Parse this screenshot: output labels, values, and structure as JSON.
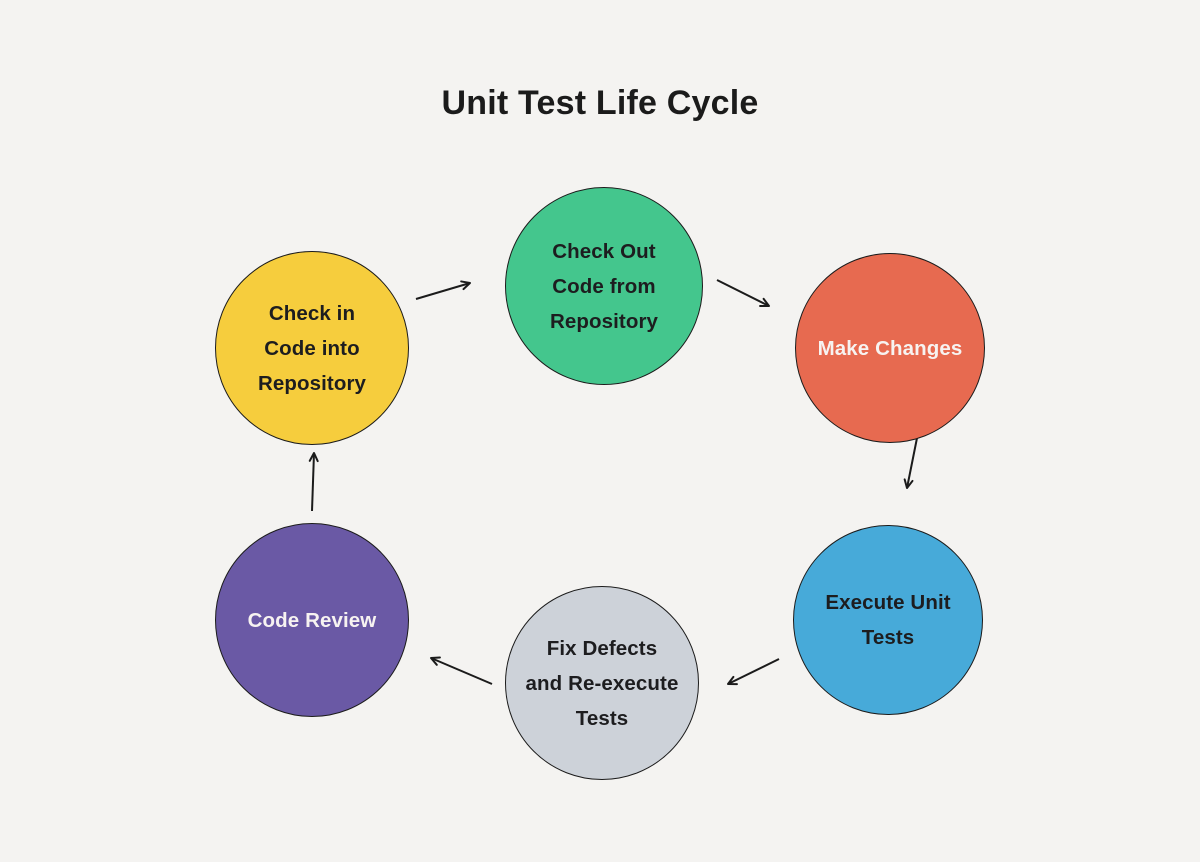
{
  "title": "Unit Test Life Cycle",
  "colors": {
    "background": "#f4f3f1",
    "stroke": "#1b1b1b",
    "arrow": "#1b1b1b"
  },
  "nodes": [
    {
      "id": "check-out-code",
      "label": "Check Out Code from Repository",
      "lines": [
        "Check Out",
        "Code from",
        "Repository"
      ],
      "fill": "#44c68d",
      "text_color": "#1d1d1f"
    },
    {
      "id": "make-changes",
      "label": "Make Changes",
      "lines": [
        "Make Changes"
      ],
      "fill": "#e76a50",
      "text_color": "#f7f3f1"
    },
    {
      "id": "execute-unit-tests",
      "label": "Execute Unit Tests",
      "lines": [
        "Execute Unit",
        "Tests"
      ],
      "fill": "#47aad9",
      "text_color": "#1d1d1f"
    },
    {
      "id": "fix-defects",
      "label": "Fix Defects and Re-execute Tests",
      "lines": [
        "Fix Defects",
        "and Re-execute",
        "Tests"
      ],
      "fill": "#cdd2d9",
      "text_color": "#1d1d1f"
    },
    {
      "id": "code-review",
      "label": "Code Review",
      "lines": [
        "Code Review"
      ],
      "fill": "#6a59a5",
      "text_color": "#f7f3f1"
    },
    {
      "id": "check-in-code",
      "label": "Check in Code into Repository",
      "lines": [
        "Check in",
        "Code into",
        "Repository"
      ],
      "fill": "#f6cd3d",
      "text_color": "#1d1d1f"
    }
  ],
  "flow": [
    {
      "from": "check-in-code",
      "to": "check-out-code"
    },
    {
      "from": "check-out-code",
      "to": "make-changes"
    },
    {
      "from": "make-changes",
      "to": "execute-unit-tests"
    },
    {
      "from": "execute-unit-tests",
      "to": "fix-defects"
    },
    {
      "from": "fix-defects",
      "to": "code-review"
    },
    {
      "from": "code-review",
      "to": "check-in-code"
    }
  ]
}
